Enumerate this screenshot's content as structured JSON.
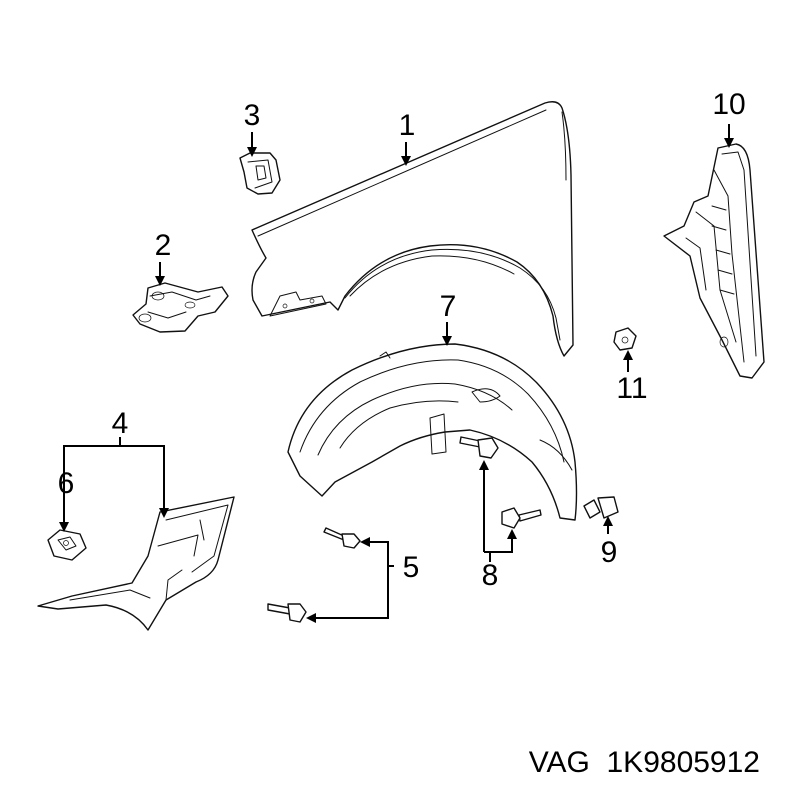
{
  "callouts": {
    "c1": "1",
    "c2": "2",
    "c3": "3",
    "c4": "4",
    "c5": "5",
    "c6": "6",
    "c7": "7",
    "c8": "8",
    "c9": "9",
    "c10": "10",
    "c11": "11"
  },
  "caption": "VAG  1K9805912",
  "colors": {
    "line": "#111111",
    "background": "#ffffff"
  }
}
